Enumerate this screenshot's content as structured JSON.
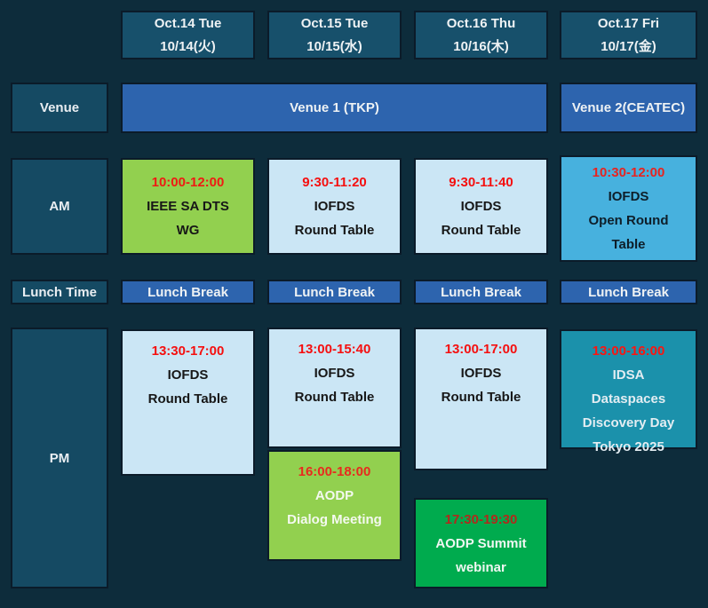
{
  "colors": {
    "background": "#0d2c3b",
    "header_fill": "#17506b",
    "row_label_fill": "#154a63",
    "venue_bar_fill": "#2d64ae",
    "lunch_break_fill": "#2d64ae",
    "event_lightblue": "#cbe6f5",
    "event_green": "#92d04f",
    "event_sky_blue": "#47b1de",
    "event_teal": "#1b91ab",
    "event_dark_green": "#00ab4e",
    "time_text_red": "#f50f0f",
    "border_dark": "#0b1b29",
    "text_light": "#eef2f4",
    "text_dark": "#171717"
  },
  "days": [
    {
      "date_line1": "Oct.14 Tue",
      "date_line2": "10/14(火)"
    },
    {
      "date_line1": "Oct.15 Tue",
      "date_line2": "10/15(水)"
    },
    {
      "date_line1": "Oct.16 Thu",
      "date_line2": "10/16(木)"
    },
    {
      "date_line1": "Oct.17 Fri",
      "date_line2": "10/17(金)"
    }
  ],
  "venue": {
    "row_label": "Venue",
    "venue1_label": "Venue 1 (TKP)",
    "venue2_label": "Venue 2(CEATEC)"
  },
  "row_labels": {
    "am": "AM",
    "lunch": "Lunch Time",
    "pm": "PM"
  },
  "lunch": {
    "break_label": "Lunch Break"
  },
  "events": {
    "am": [
      {
        "time": "10:00-12:00",
        "title": "IEEE SA DTS\nWG",
        "color": "#92d04f",
        "day": "Oct.14"
      },
      {
        "time": "9:30-11:20",
        "title": "IOFDS\nRound Table",
        "color": "#cbe6f5",
        "day": "Oct.15"
      },
      {
        "time": "9:30-11:40",
        "title": "IOFDS\nRound Table",
        "color": "#cbe6f5",
        "day": "Oct.16"
      },
      {
        "time": "10:30-12:00",
        "title": "IOFDS\nOpen Round\nTable",
        "color": "#47b1de",
        "day": "Oct.17"
      }
    ],
    "pm": [
      {
        "time": "13:30-17:00",
        "title": "IOFDS\nRound Table",
        "color": "#cbe6f5",
        "day": "Oct.14"
      },
      {
        "time": "13:00-15:40",
        "title": "IOFDS\nRound Table",
        "color": "#cbe6f5",
        "day": "Oct.15"
      },
      {
        "time": "16:00-18:00",
        "title": "AODP\nDialog Meeting",
        "color": "#92d04f",
        "day": "Oct.15"
      },
      {
        "time": "13:00-17:00",
        "title": "IOFDS\nRound Table",
        "color": "#cbe6f5",
        "day": "Oct.16"
      },
      {
        "time": "17:30-19:30",
        "title": "AODP Summit\nwebinar",
        "color": "#00ab4e",
        "day": "Oct.16"
      },
      {
        "time": "13:00-16:00",
        "title": "IDSA\nDataspaces\nDiscovery Day\nTokyo 2025",
        "color": "#1b91ab",
        "day": "Oct.17"
      }
    ]
  }
}
